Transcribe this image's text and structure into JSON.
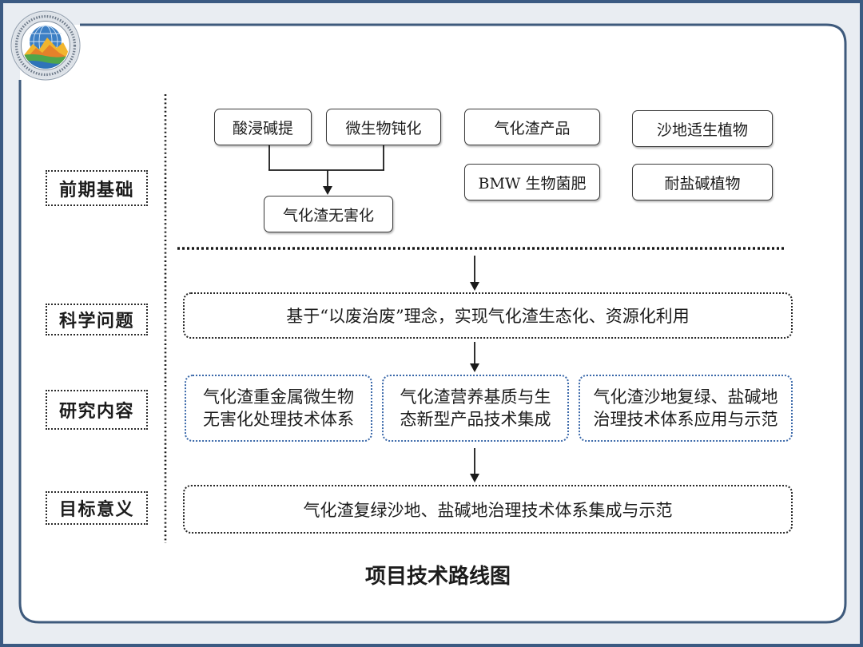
{
  "labels": {
    "foundation": "前期基础",
    "question": "科学问题",
    "content": "研究内容",
    "goal": "目标意义"
  },
  "foundation": {
    "process_1": "酸浸碱提",
    "process_2": "微生物钝化",
    "result": "气化渣无害化",
    "product_1": "气化渣产品",
    "product_2": "BMW 生物菌肥",
    "plant_1": "沙地适生植物",
    "plant_2": "耐盐碱植物"
  },
  "question": "基于“以废治废”理念，实现气化渣生态化、资源化利用",
  "research": [
    {
      "lines": [
        "气化渣重金属微生物",
        "无害化处理技术体系"
      ]
    },
    {
      "lines": [
        "气化渣营养基质与生",
        "态新型产品技术集成"
      ]
    },
    {
      "lines": [
        "气化渣沙地复绿、盐碱地",
        "治理技术体系应用与示范"
      ]
    }
  ],
  "goal": "气化渣复绿沙地、盐碱地治理技术体系集成与示范",
  "caption": "项目技术路线图",
  "icons": {
    "logo": "globe-mountain-emblem-icon"
  },
  "colors": {
    "frame": "#3e5a7c",
    "research_border": "#3a68a9",
    "background": "#e9edf2",
    "panel": "#ffffff"
  }
}
